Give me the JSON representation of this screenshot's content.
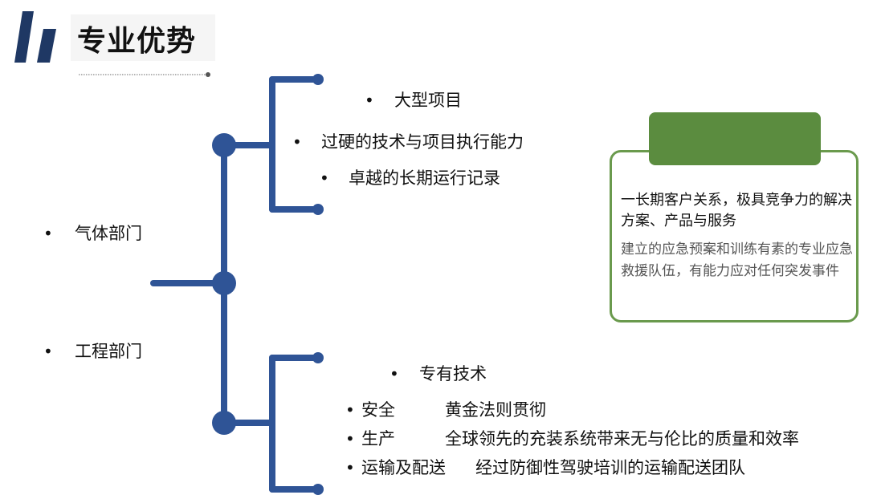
{
  "header": {
    "title": "专业优势"
  },
  "departments": {
    "gas": "气体部门",
    "engineering": "工程部门"
  },
  "gas_points": [
    "大型项目",
    "过硬的技术与项目执行能力",
    "卓越的长期运行记录"
  ],
  "engineering_points": {
    "lead": "专有技术",
    "rows": [
      {
        "label": "安全",
        "desc": "黄金法则贯彻"
      },
      {
        "label": "生产",
        "desc": "全球领先的充装系统带来无与伦比的质量和效率"
      },
      {
        "label": "运输及配送",
        "desc": "经过防御性驾驶培训的运输配送团队"
      }
    ]
  },
  "card": {
    "header_label": "",
    "primary": "一长期客户关系，极具竞争力的解决方案、产品与服务",
    "secondary": "建立的应急预案和训练有素的专业应急救援队伍，有能力应对任何突发事件"
  },
  "bullet": "•",
  "colors": {
    "tree": "#2f5496",
    "card_header": "#5b8c3f",
    "card_border": "#6a9a4d",
    "logo": "#1f3864"
  }
}
